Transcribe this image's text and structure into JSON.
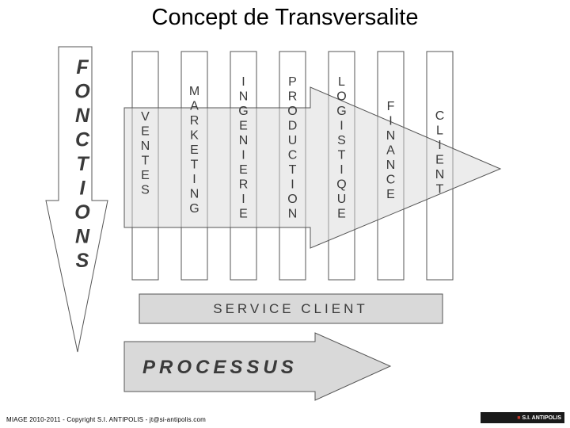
{
  "title": "Concept de Transversalite",
  "fonctions_label": [
    "F",
    "O",
    "N",
    "C",
    "T",
    "I",
    "O",
    "N",
    "S"
  ],
  "columns": [
    {
      "id": "ventes",
      "letters": [
        "V",
        "E",
        "N",
        "T",
        "E",
        "S"
      ]
    },
    {
      "id": "marketing",
      "letters": [
        "M",
        "A",
        "R",
        "K",
        "E",
        "T",
        "I",
        "N",
        "G"
      ]
    },
    {
      "id": "ingenierie",
      "letters": [
        "I",
        "N",
        "G",
        "E",
        "N",
        "I",
        "E",
        "R",
        "I",
        "E"
      ]
    },
    {
      "id": "production",
      "letters": [
        "P",
        "R",
        "O",
        "D",
        "U",
        "C",
        "T",
        "I",
        "O",
        "N"
      ]
    },
    {
      "id": "logistique",
      "letters": [
        "L",
        "O",
        "G",
        "I",
        "S",
        "T",
        "I",
        "Q",
        "U",
        "E"
      ]
    },
    {
      "id": "finance",
      "letters": [
        "F",
        "I",
        "N",
        "A",
        "N",
        "C",
        "E"
      ]
    },
    {
      "id": "client",
      "letters": [
        "C",
        "L",
        "I",
        "E",
        "N",
        "T"
      ]
    }
  ],
  "service_client": "SERVICE CLIENT",
  "processus": "PROCESSUS",
  "footer": "MIAGE 2010-2011 - Copyright S.I. ANTIPOLIS - jt@si-antipolis.com",
  "logo": {
    "mark": "■",
    "text": "S.I. ANTIPOLIS"
  },
  "colors": {
    "arrow_fill": "#d9d9d9",
    "stroke": "#555555",
    "text": "#3a3a3a"
  }
}
